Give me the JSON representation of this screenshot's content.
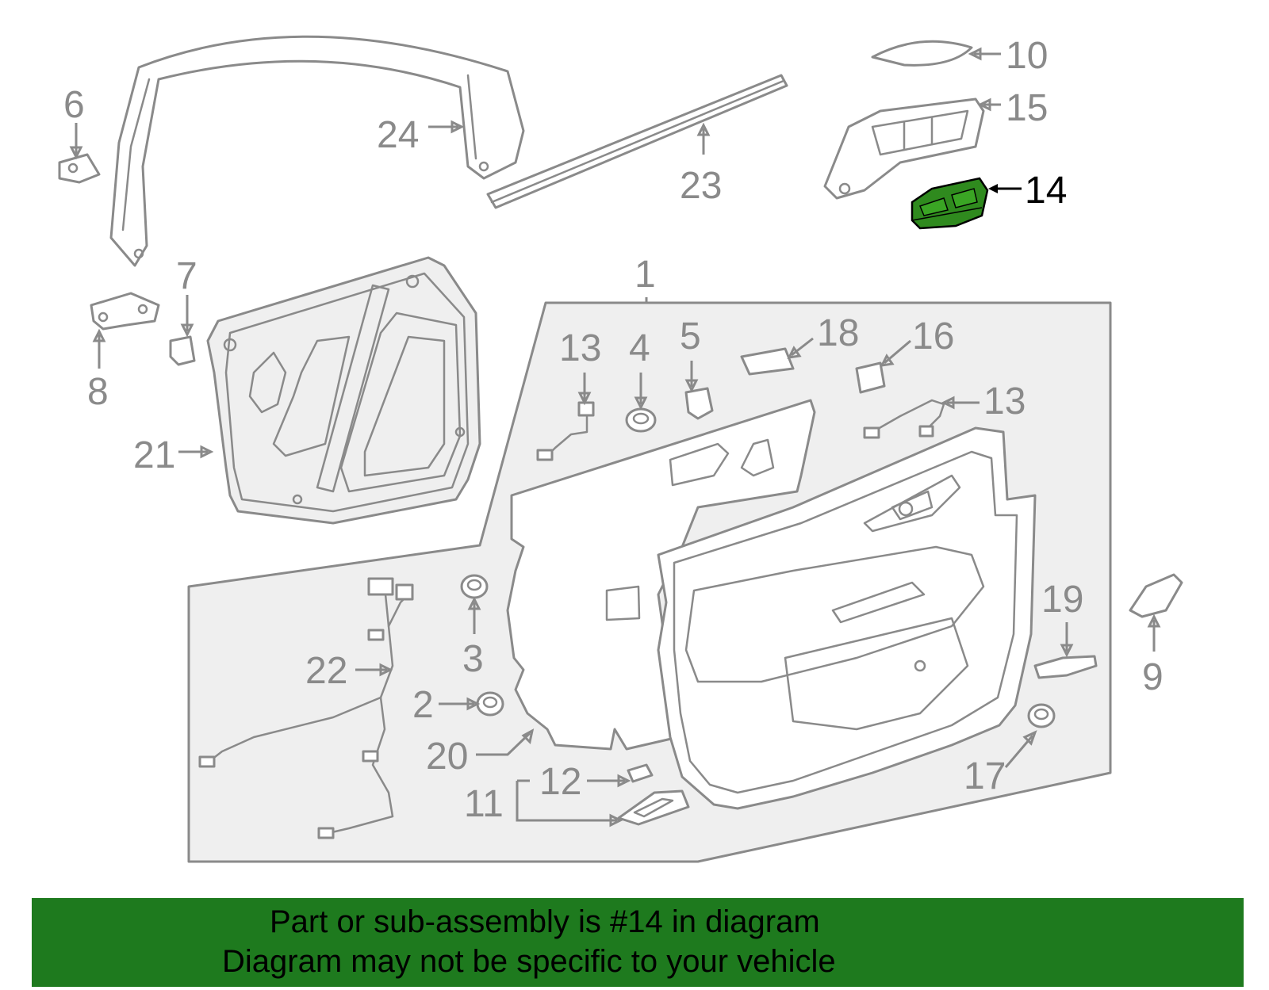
{
  "diagram": {
    "callouts": {
      "c1": "1",
      "c2": "2",
      "c3": "3",
      "c4": "4",
      "c5": "5",
      "c6": "6",
      "c7": "7",
      "c8": "8",
      "c9": "9",
      "c10": "10",
      "c11": "11",
      "c12": "12",
      "c13a": "13",
      "c13b": "13",
      "c14": "14",
      "c15": "15",
      "c16": "16",
      "c17": "17",
      "c18": "18",
      "c19": "19",
      "c20": "20",
      "c21": "21",
      "c22": "22",
      "c23": "23",
      "c24": "24"
    },
    "highlight_part": "14",
    "highlight_color": "#2f8a1e",
    "part_color": "#8a8a8a"
  },
  "banner": {
    "line1": "Part or sub-assembly is #14 in diagram",
    "line2": "Diagram may not be specific to your vehicle",
    "background": "#1e7a1e"
  }
}
